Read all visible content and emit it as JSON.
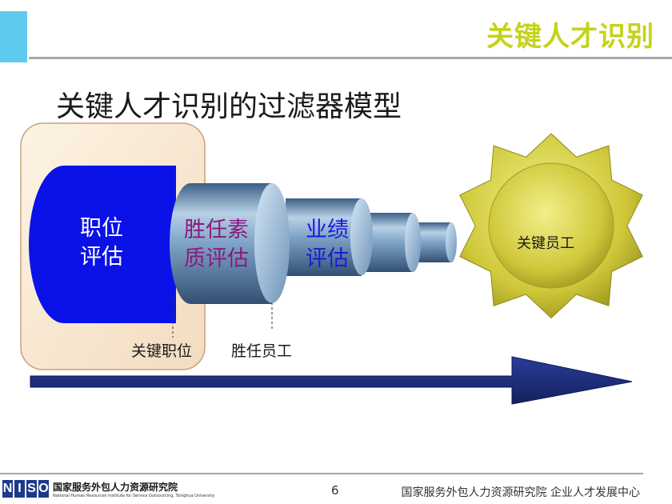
{
  "slide": {
    "title": "关键人才识别",
    "heading": "关键人才识别的过滤器模型",
    "page_number": "6"
  },
  "filter": {
    "stage1": [
      "职位",
      "评估"
    ],
    "stage2": [
      "胜任素",
      "质评估"
    ],
    "stage3": [
      "业绩",
      "评估"
    ],
    "marker1": "关键职位",
    "marker2": "胜任员工",
    "result": "关键员工"
  },
  "footer": {
    "logo_letters": [
      "N",
      "I",
      "S",
      "O"
    ],
    "org_name": "国家服务外包人力资源研究院",
    "org_name_en": "National Human Resources Institute for Service Outsourcing, Tsinghua University",
    "right_text": "国家服务外包人力资源研究院 企业人才发展中心"
  },
  "colors": {
    "title_yellow_green": "#c4d319",
    "accent_cyan": "#5fcaf0",
    "stage1_blue": "#0a12e8",
    "cylinder_steel": "#6a90b6",
    "burst_olive": "#d8d442",
    "arrow_navy": "#1b2a78"
  }
}
